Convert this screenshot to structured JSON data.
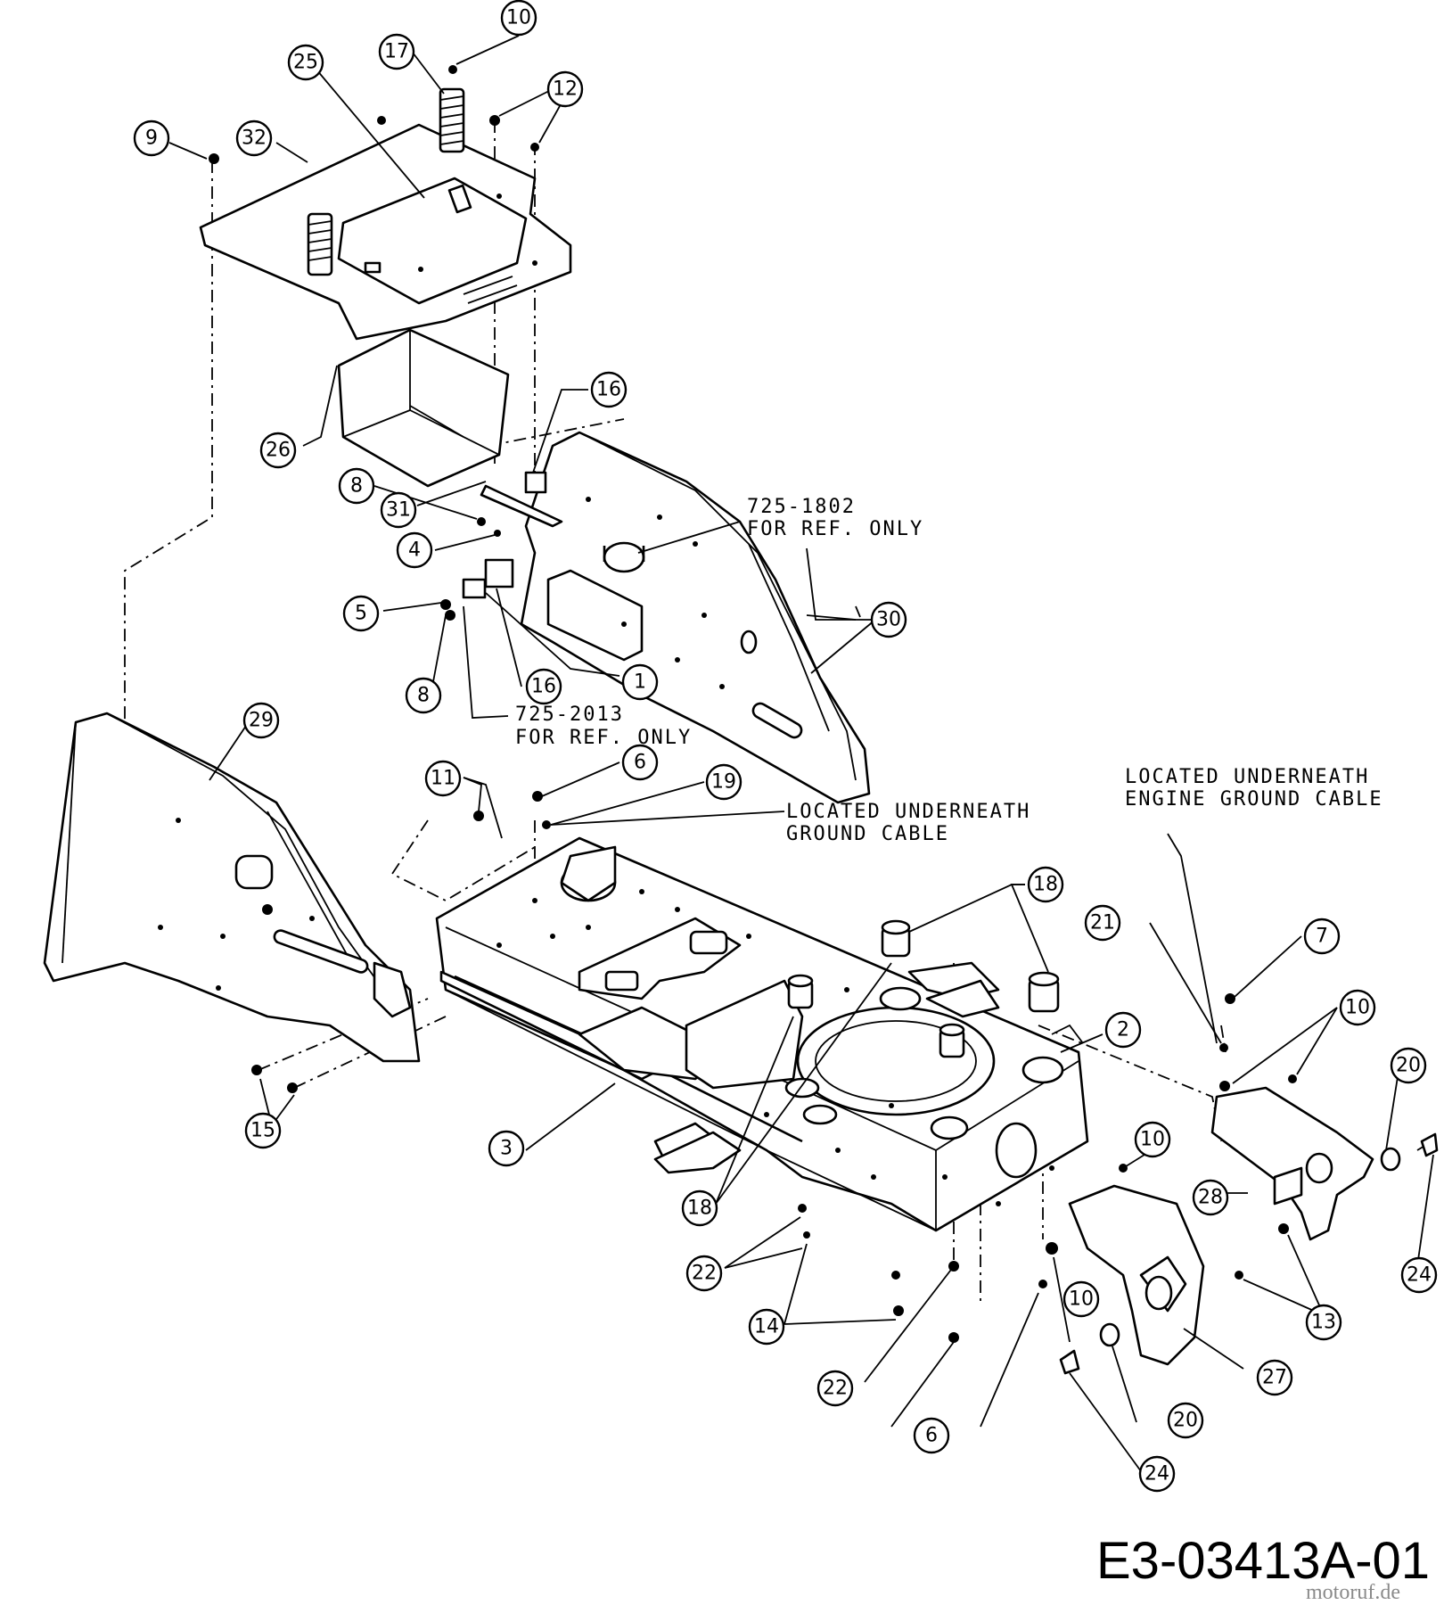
{
  "drawing_number": "E3-03413A-01",
  "watermark": "motoruf.de",
  "notes": {
    "ref_1802_line1": "725-1802",
    "ref_1802_line2": "FOR REF. ONLY",
    "ref_2013_line1": "725-2013",
    "ref_2013_line2": "FOR REF. ONLY",
    "ground_line1": "LOCATED UNDERNEATH",
    "ground_line2": "GROUND CABLE",
    "engine_ground_line1": "LOCATED UNDERNEATH",
    "engine_ground_line2": "ENGINE GROUND CABLE"
  },
  "callouts": [
    "10",
    "17",
    "25",
    "12",
    "9",
    "32",
    "16",
    "26",
    "8",
    "31",
    "4",
    "5",
    "8",
    "16",
    "1",
    "30",
    "29",
    "11",
    "6",
    "19",
    "18",
    "21",
    "7",
    "2",
    "10",
    "20",
    "15",
    "3",
    "10",
    "28",
    "24",
    "18",
    "22",
    "14",
    "10",
    "13",
    "27",
    "22",
    "20",
    "6",
    "24"
  ]
}
